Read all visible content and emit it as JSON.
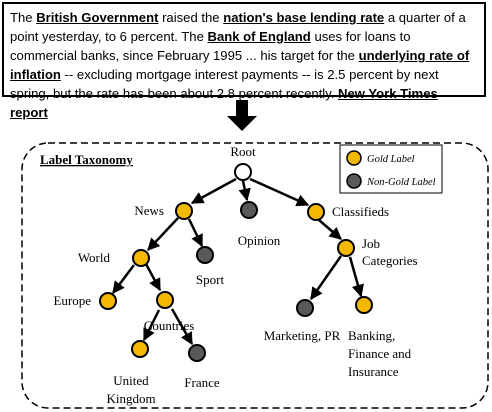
{
  "article": {
    "t1": "The ",
    "h1": "British Government",
    "t2": " raised the ",
    "h2": "nation's base lending rate",
    "t3": " a quarter of a point yesterday, to 6 percent. The ",
    "h3": "Bank of England",
    "t4": " uses for loans to commercial banks, since February 1995 ... his target for the ",
    "h4": "underlying rate of inflation",
    "t5": " -- excluding mortgage interest payments -- is 2.5 percent by next spring, but the rate has been about 2.8 percent recently. ",
    "h5": "New York Times report"
  },
  "taxonomy": {
    "title": "Label Taxonomy",
    "legend": {
      "gold": "Gold Label",
      "nongold": "Non-Gold Label"
    },
    "nodes": {
      "root": "Root",
      "news": "News",
      "opinion": "Opinion",
      "classifieds": "Classifieds",
      "world": "World",
      "sport": "Sport",
      "job_line1": "Job",
      "job_line2": "Categories",
      "europe": "Europe",
      "countries": "Countries",
      "marketing": "Marketing, PR",
      "banking_line1": "Banking,",
      "banking_line2": "Finance and",
      "banking_line3": "Insurance",
      "uk_line1": "United",
      "uk_line2": "Kingdom",
      "france": "France"
    }
  },
  "colors": {
    "gold": "#F5B800",
    "nongold": "#595959"
  }
}
